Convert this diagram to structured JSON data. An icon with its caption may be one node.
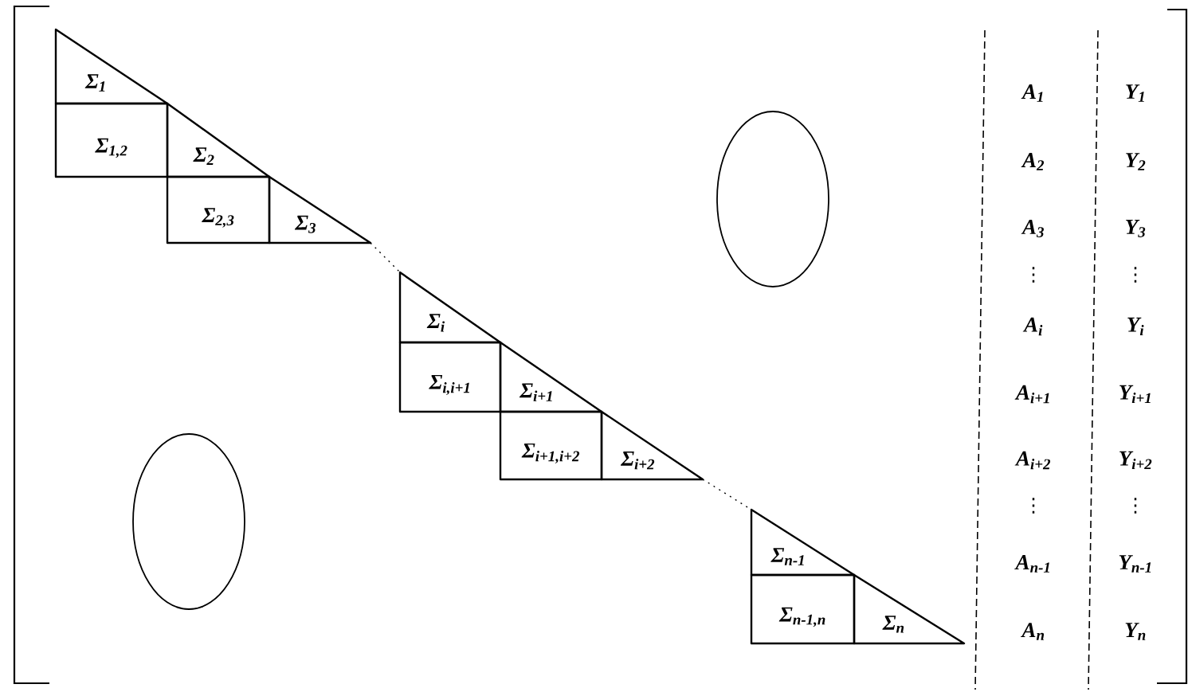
{
  "diagram": {
    "nodes": [
      {
        "text": [
          "Σ$_{1}$"
        ]
      },
      {
        "text": [
          "Σ$_{1,2}$"
        ]
      },
      {
        "text": [
          "Σ$_{2}$"
        ]
      },
      {
        "text": [
          "Σ$_{2,3}$"
        ]
      },
      {
        "text": [
          "Σ$_{3}$"
        ]
      },
      {
        "text": [
          "Σ$_{i}$"
        ]
      },
      {
        "text": [
          "Σ$_{i,i+1}$"
        ]
      },
      {
        "text": [
          "Σ$_{i+1}$"
        ]
      },
      {
        "text": [
          "Σ$_{i+1,i+2}$"
        ]
      },
      {
        "text": [
          "Σ$_{i+2}$"
        ]
      },
      {
        "text": [
          "Σ$_{n-1}$"
        ]
      },
      {
        "text": [
          "Σ$_{n-1,n}$"
        ]
      },
      {
        "text": [
          "Σ$_{n}$"
        ]
      },
      {
        "text": [],
        "shape": "ellipse"
      },
      {
        "text": [],
        "shape": "ellipse"
      }
    ],
    "edges": [
      {
        "from": 4,
        "to": 5,
        "arrow": "none",
        "style": "dashed"
      },
      {
        "from": 9,
        "to": 10,
        "arrow": "none",
        "style": "dashed"
      }
    ],
    "labels": [
      "A$_{1}$",
      "Y$_{1}$",
      "A$_{2}$",
      "Y$_{2}$",
      "A$_{3}$",
      "Y$_{3}$",
      "⋮",
      "⋮",
      "A$_{i}$",
      "Y$_{i}$",
      "A$_{i+1}$",
      "Y$_{i+1}$",
      "A$_{i+2}$",
      "Y$_{i+2}$",
      "⋮",
      "⋮",
      "A$_{n-1}$",
      "Y$_{n-1}$",
      "A$_{n}$",
      "Y$_{n}$"
    ]
  }
}
